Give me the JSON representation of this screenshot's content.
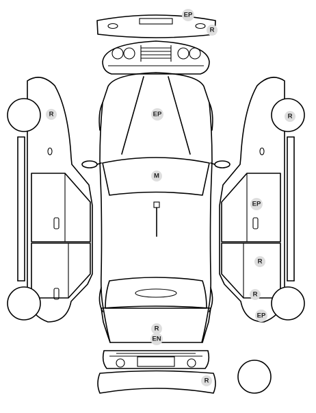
{
  "diagram": {
    "markers": {
      "front_bumper": "EP",
      "front_bumper_corner": "R",
      "hood": "EP",
      "roof": "M",
      "trunk_top": "R",
      "trunk_bottom": "EN",
      "rear_bumper_corner": "R",
      "left_front_wheel": "R",
      "right_front_wheel": "R",
      "right_front_door": "EP",
      "right_rear_door": "R",
      "right_rear_wheel_arch": "R",
      "right_rear_fender": "EP"
    },
    "colors": {
      "line": "#000000",
      "badge_fill": "#dedede",
      "background": "#ffffff"
    }
  }
}
